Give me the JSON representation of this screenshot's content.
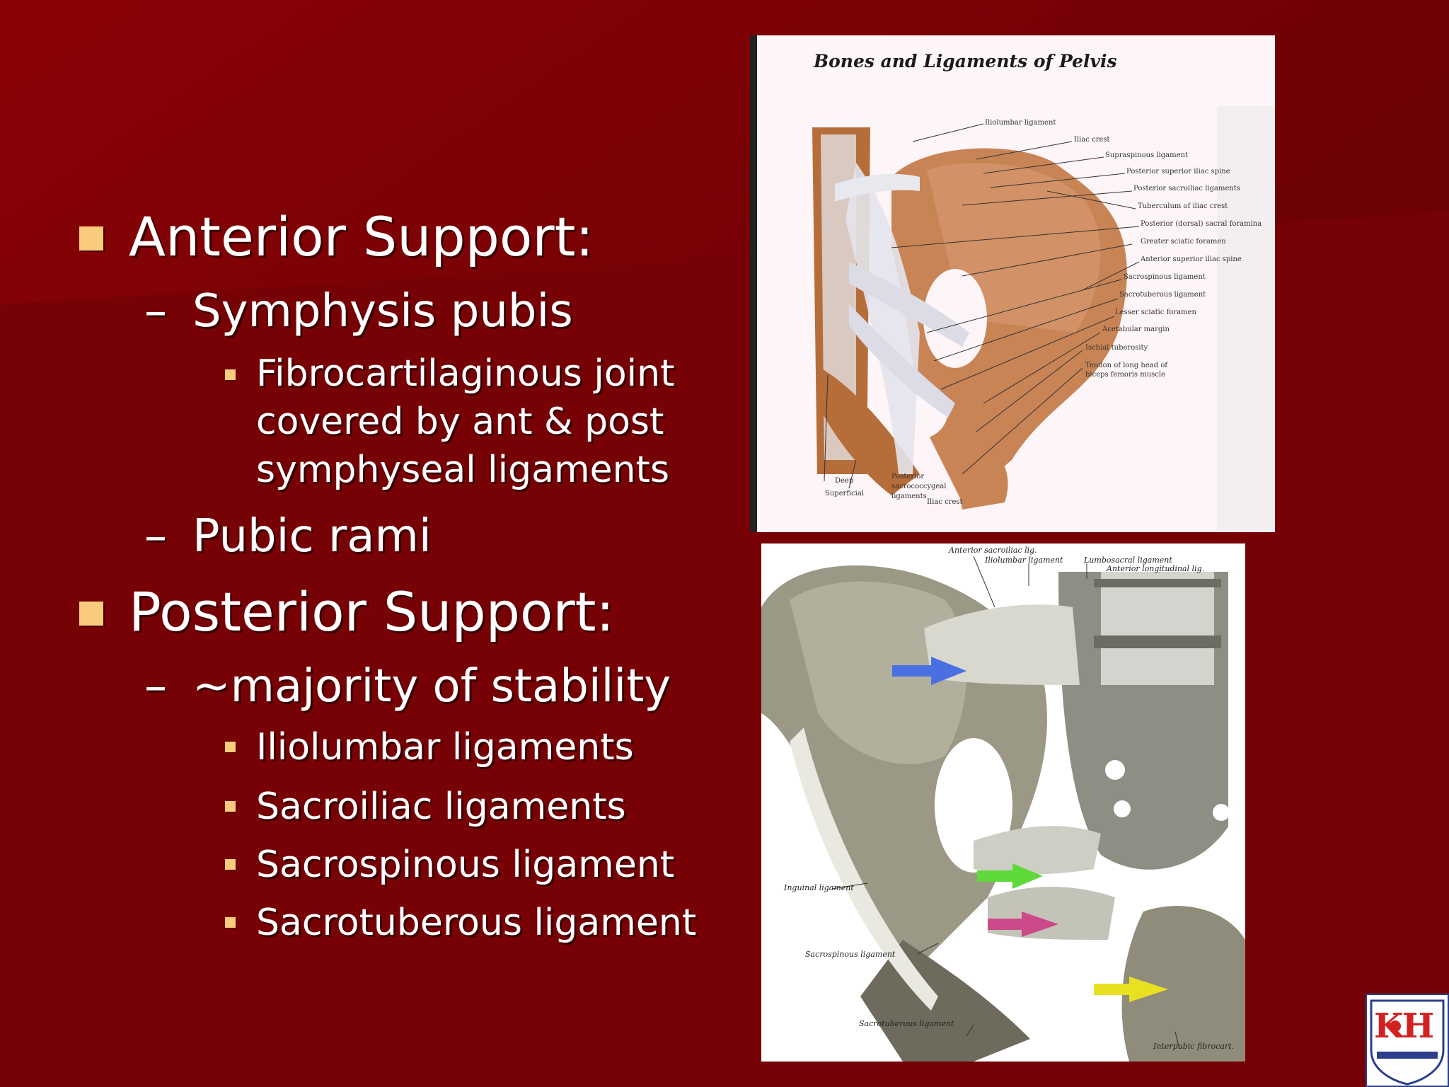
{
  "slide": {
    "background_color": "#760206",
    "accent_color": "#f8cc7c"
  },
  "bullets": {
    "anterior": {
      "heading": "Anterior Support:",
      "symphysis": "Symphysis pubis",
      "symphysis_detail_line1": "Fibrocartilaginous joint",
      "symphysis_detail_line2": "covered by ant & post",
      "symphysis_detail_line3": "symphyseal ligaments",
      "rami": "Pubic rami"
    },
    "posterior": {
      "heading": "Posterior Support:",
      "majority": "~majority of stability",
      "items": [
        "Iliolumbar ligaments",
        "Sacroiliac ligaments",
        "Sacrospinous ligament",
        "Sacrotuberous ligament"
      ]
    },
    "dash": "–"
  },
  "figure_top": {
    "title": "Bones and Ligaments of Pelvis",
    "labels": [
      "Iliolumbar ligament",
      "Iliac crest",
      "Supraspinous ligament",
      "Posterior superior iliac spine",
      "Posterior sacroiliac ligaments",
      "Tuberculum of iliac crest",
      "Posterior (dorsal) sacral foramina",
      "Greater sciatic foramen",
      "Anterior superior iliac spine",
      "Sacrospinous ligament",
      "Sacrotuberous ligament",
      "Lesser sciatic foramen",
      "Acetabular margin",
      "Ischial tuberosity",
      "Tendon of long head of",
      "biceps femoris muscle"
    ],
    "bottom_labels": {
      "deep": "Deep",
      "superficial": "Superficial",
      "posterior": "Posterior",
      "sacrococcygeal": "sacrococcygeal",
      "ligaments": "ligaments",
      "iliac_crest": "Iliac crest"
    }
  },
  "figure_bottom": {
    "labels": {
      "anterior_sacroiliac": "Anterior sacroiliac lig.",
      "iliolumbar": "Iliolumbar ligament",
      "lumbosacral": "Lumbosacral ligament",
      "anterior_longitudinal": "Anterior longitudinal lig.",
      "inguinal": "Inguinal ligament",
      "sacrospinous": "Sacrospinous ligament",
      "sacrotuberous": "Sacrotuberous ligament",
      "interpubic": "Interpubic fibrocart."
    },
    "arrow_colors": [
      "#4a6fe0",
      "#5fd83a",
      "#cc4a8a",
      "#e8e020"
    ]
  },
  "logo": {
    "text": "KH"
  }
}
